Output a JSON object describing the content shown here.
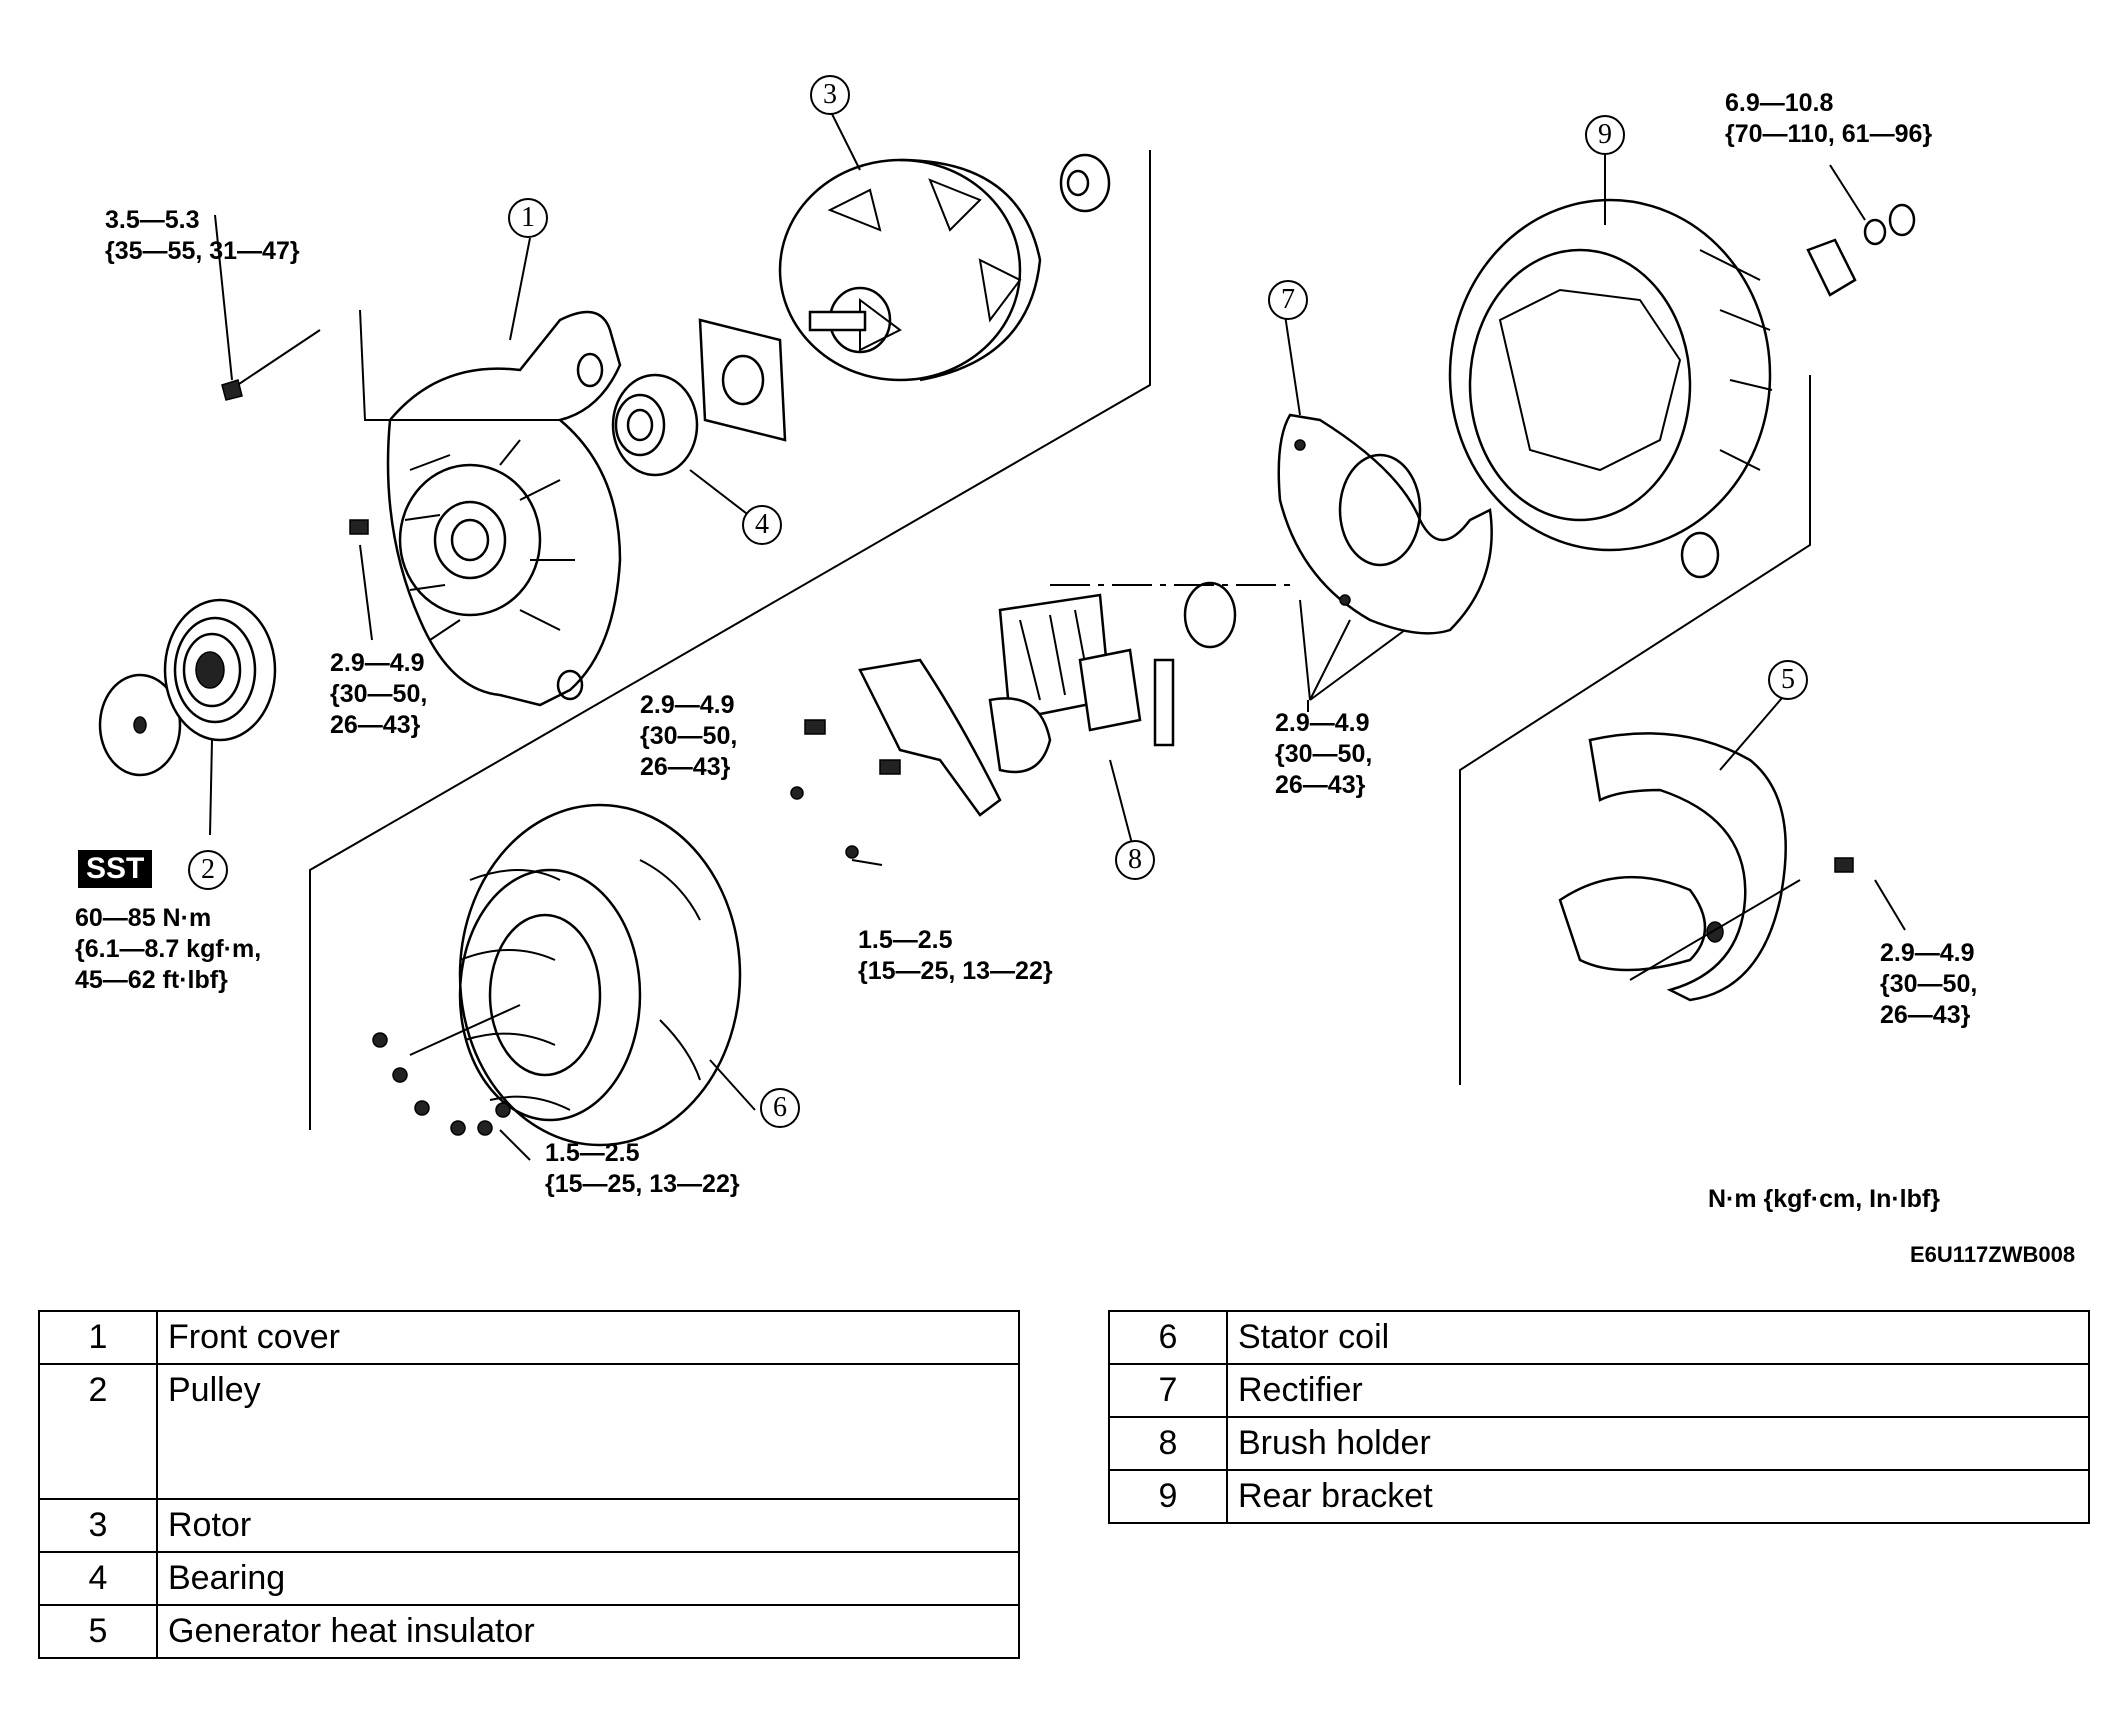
{
  "figure_id": "E6U117ZWB008",
  "units_note": "N·m {kgf·cm, In·lbf}",
  "sst_label": "SST",
  "callouts": [
    "1",
    "2",
    "3",
    "4",
    "5",
    "6",
    "7",
    "8",
    "9"
  ],
  "torques": {
    "t_front_bolt": [
      "3.5—5.3",
      "{35—55, 31—47}"
    ],
    "t_front_screw": [
      "2.9—4.9",
      "{30—50,",
      "26—43}"
    ],
    "t_brush_screw": [
      "2.9—4.9",
      "{30—50,",
      "26—43}"
    ],
    "t_brush_small": [
      "1.5—2.5",
      "{15—25, 13—22}"
    ],
    "t_stator": [
      "1.5—2.5",
      "{15—25, 13—22}"
    ],
    "t_rectifier": [
      "2.9—4.9",
      "{30—50,",
      "26—43}"
    ],
    "t_terminal_nut": [
      "6.9—10.8",
      "{70—110, 61—96}"
    ],
    "t_insulator": [
      "2.9—4.9",
      "{30—50,",
      "26—43}"
    ],
    "t_pulley": [
      "60—85 N·m",
      "{6.1—8.7 kgf·m,",
      "45—62 ft·lbf}"
    ]
  },
  "parts_left": [
    {
      "no": "1",
      "name": "Front cover"
    },
    {
      "no": "2",
      "name": "Pulley"
    },
    {
      "no": "3",
      "name": "Rotor"
    },
    {
      "no": "4",
      "name": "Bearing"
    },
    {
      "no": "5",
      "name": "Generator heat insulator"
    }
  ],
  "parts_right": [
    {
      "no": "6",
      "name": "Stator coil"
    },
    {
      "no": "7",
      "name": "Rectifier"
    },
    {
      "no": "8",
      "name": "Brush holder"
    },
    {
      "no": "9",
      "name": "Rear bracket"
    }
  ],
  "icons": {
    "part_drawing": "exploded-alternator-drawing"
  }
}
